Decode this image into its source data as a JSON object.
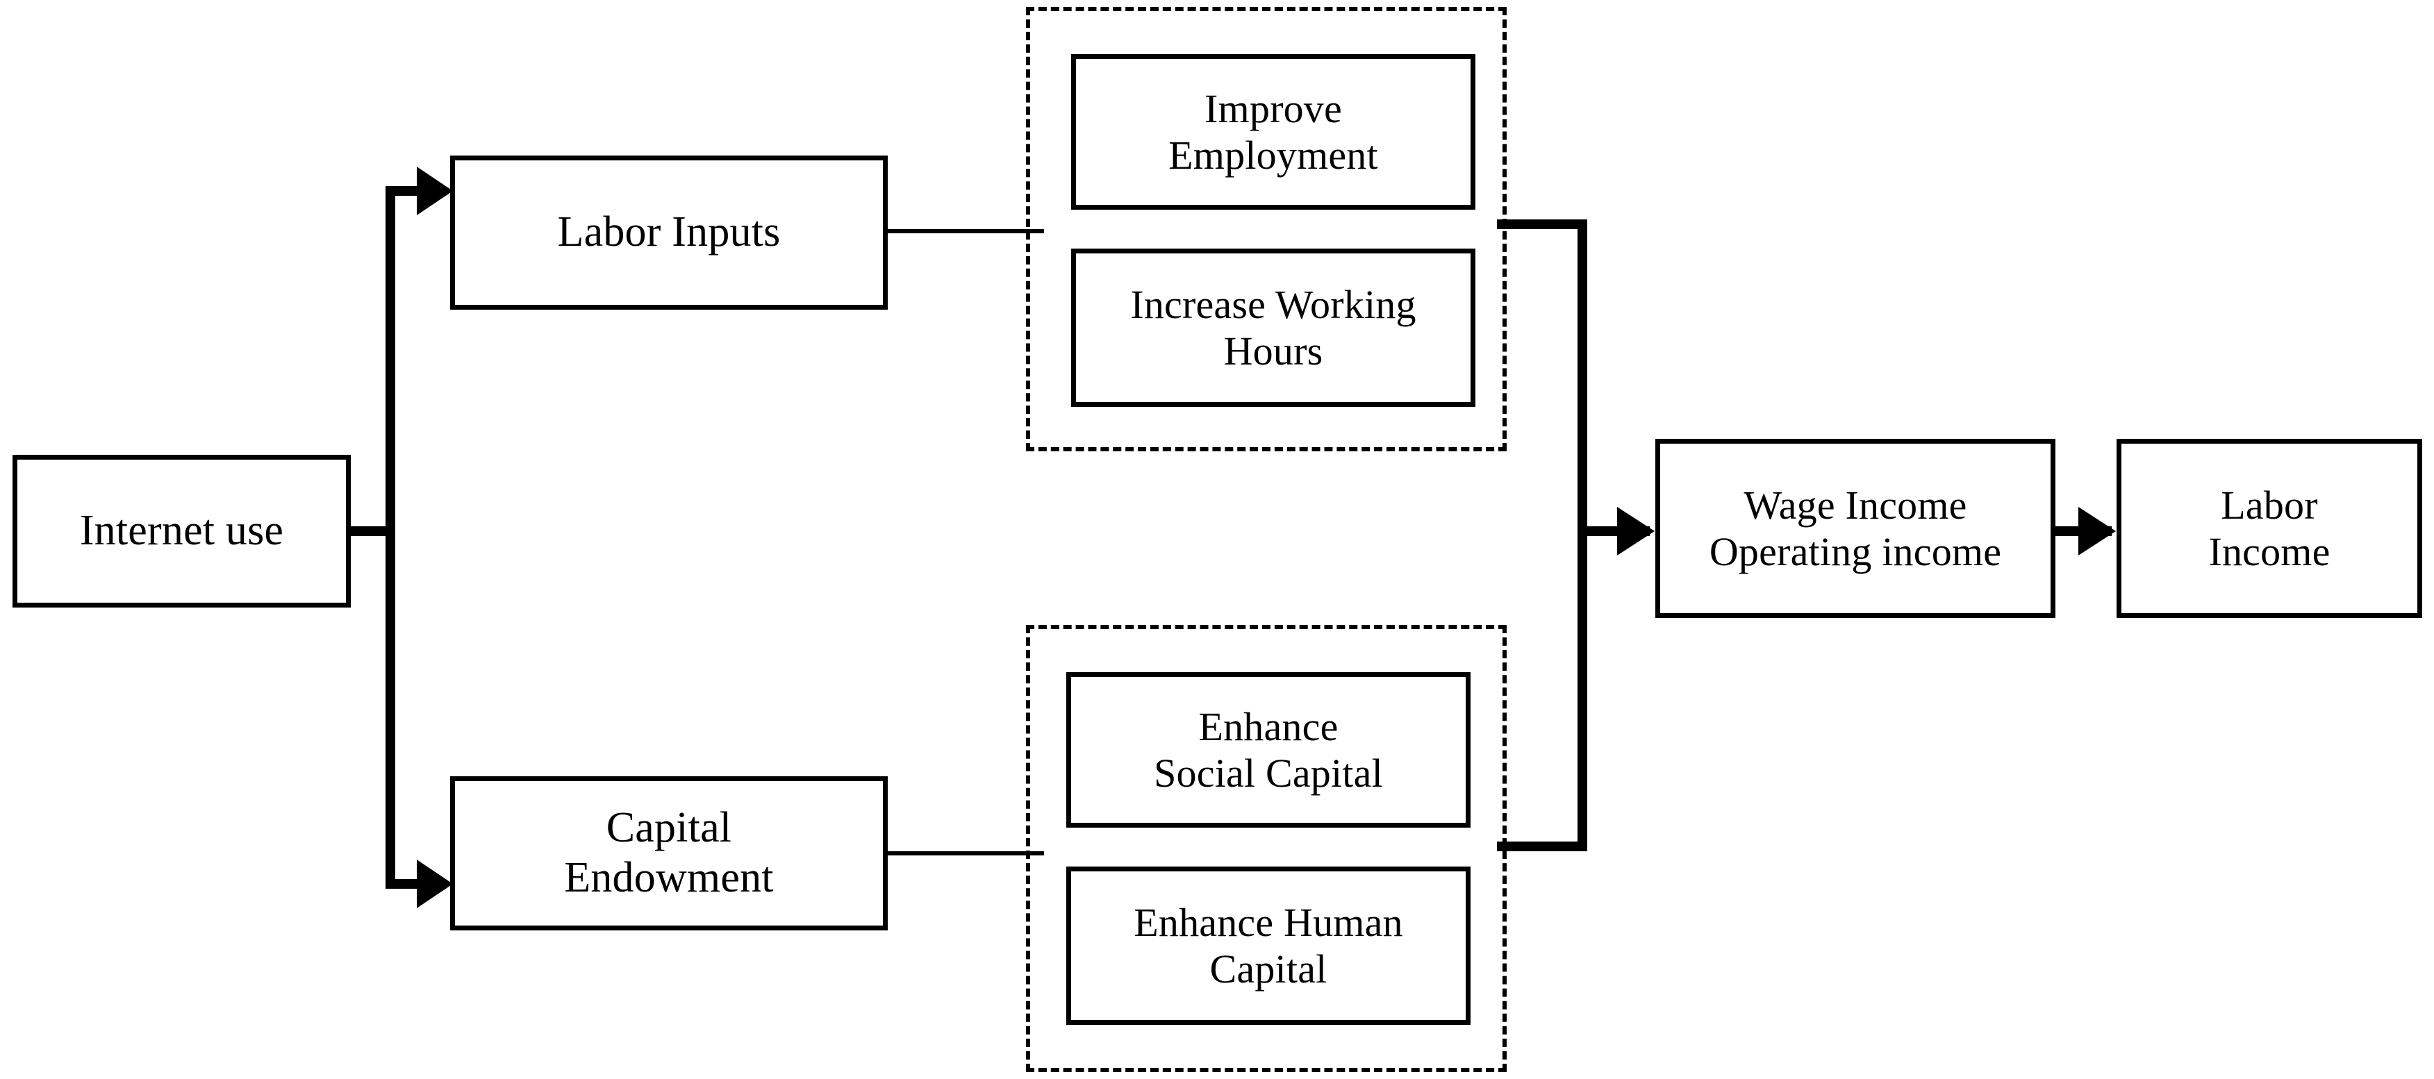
{
  "diagram": {
    "title": "Internet use and labor income mechanism diagram",
    "type": "flowchart",
    "background_color": "#ffffff",
    "line_color": "#000000",
    "nodes": {
      "internet_use": {
        "label": "Internet use"
      },
      "labor_inputs": {
        "label": "Labor Inputs"
      },
      "capital_endowment": {
        "label": "Capital\nEndowment"
      },
      "improve_employment": {
        "label": "Improve\nEmployment"
      },
      "increase_working_hours": {
        "label": "Increase Working\nHours"
      },
      "enhance_social_capital": {
        "label": "Enhance\nSocial Capital"
      },
      "enhance_human_capital": {
        "label": "Enhance Human\nCapital"
      },
      "wage_operating_income": {
        "label": "Wage Income\nOperating income"
      },
      "labor_income": {
        "label": "Labor\nIncome"
      }
    },
    "groups": {
      "labor_group": {
        "label": ""
      },
      "capital_group": {
        "label": ""
      }
    },
    "edges": [
      {
        "from": "internet_use",
        "to": "labor_inputs",
        "arrow": true
      },
      {
        "from": "internet_use",
        "to": "capital_endowment",
        "arrow": true
      },
      {
        "from": "labor_inputs",
        "to": "labor_group",
        "arrow": false
      },
      {
        "from": "capital_endowment",
        "to": "capital_group",
        "arrow": false
      },
      {
        "from": "labor_group",
        "to": "wage_operating_income",
        "arrow": true
      },
      {
        "from": "capital_group",
        "to": "wage_operating_income",
        "arrow": true
      },
      {
        "from": "wage_operating_income",
        "to": "labor_income",
        "arrow": true
      }
    ]
  }
}
